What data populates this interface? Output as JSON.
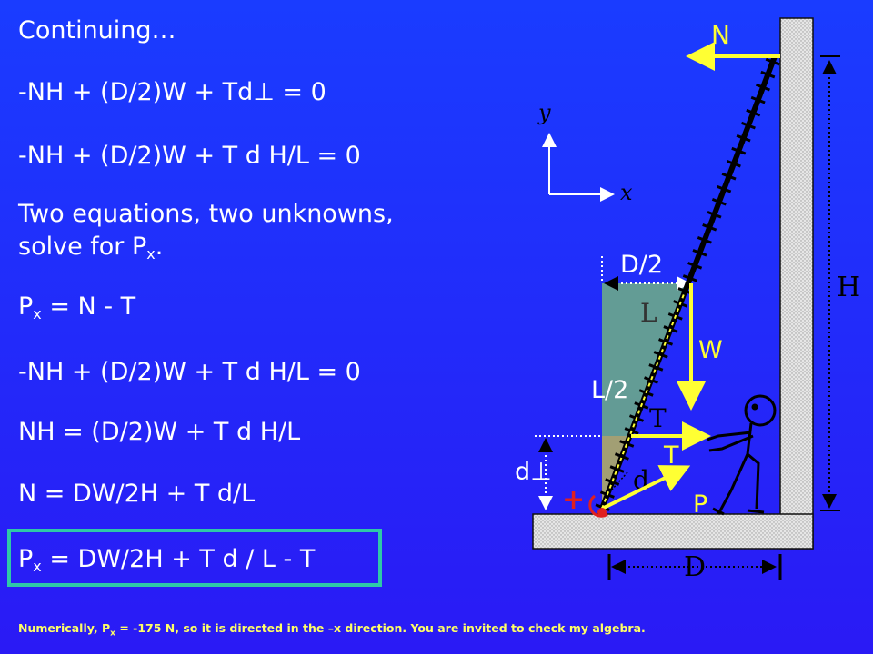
{
  "equations": {
    "heading": "Continuing…",
    "eq1": "-NH + (D/2)W + Td⊥ = 0",
    "eq2": "-NH + (D/2)W + T d H/L = 0",
    "two_eq_line1": "Two equations, two unknowns,",
    "two_eq_line2_pre": "solve for P",
    "two_eq_line2_sub": "x",
    "two_eq_line2_post": ".",
    "px_pre": "P",
    "px_sub": "x",
    "px_post": " = N - T",
    "eq3": "-NH + (D/2)W + T d H/L = 0",
    "eq4": "NH = (D/2)W + T d H/L",
    "eq5": "N = DW/2H + T d/L",
    "final_pre": "P",
    "final_sub": "x",
    "final_post": " = DW/2H + T d / L - T"
  },
  "footnote": {
    "pre": "Numerically, P",
    "sub": "x",
    "post": " = -175 N, so it is directed in the –x direction.  You are invited to check my algebra."
  },
  "diagram": {
    "label_N": "N",
    "label_y": "y",
    "label_x": "x",
    "label_H": "H",
    "label_D_half": "D/2",
    "label_L": "L",
    "label_W": "W",
    "label_L_half": "L/2",
    "label_T_italic": "T",
    "label_T": "T",
    "label_d_perp": "d⊥",
    "label_d": "d",
    "label_plus": "+",
    "label_P": "P",
    "label_D": "D"
  },
  "colors": {
    "background_top": "#1a3cff",
    "background_bottom": "#2a1af5",
    "arrow_yellow": "#ffff33",
    "box_border": "#2ec9a8",
    "triangle_fill": "#6aa88a",
    "wall_fill": "#e0e0e0",
    "torque_red": "#e02020"
  }
}
